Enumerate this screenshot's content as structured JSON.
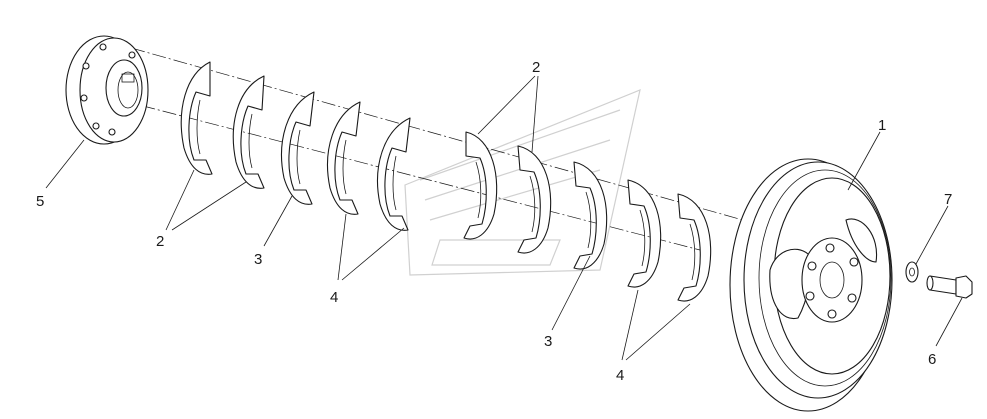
{
  "callouts": {
    "c1": "1",
    "c2a": "2",
    "c2b": "2",
    "c3a": "3",
    "c3b": "3",
    "c4a": "4",
    "c4b": "4",
    "c5": "5",
    "c6": "6",
    "c7": "7"
  },
  "parts": [
    {
      "number": "1",
      "name": "pulley"
    },
    {
      "number": "2",
      "name": "shim"
    },
    {
      "number": "3",
      "name": "shim"
    },
    {
      "number": "4",
      "name": "shim"
    },
    {
      "number": "5",
      "name": "hub"
    },
    {
      "number": "6",
      "name": "bolt"
    },
    {
      "number": "7",
      "name": "washer"
    }
  ],
  "colors": {
    "line": "#1a1a1a",
    "background": "#ffffff",
    "watermark": "#d0d0d0"
  }
}
